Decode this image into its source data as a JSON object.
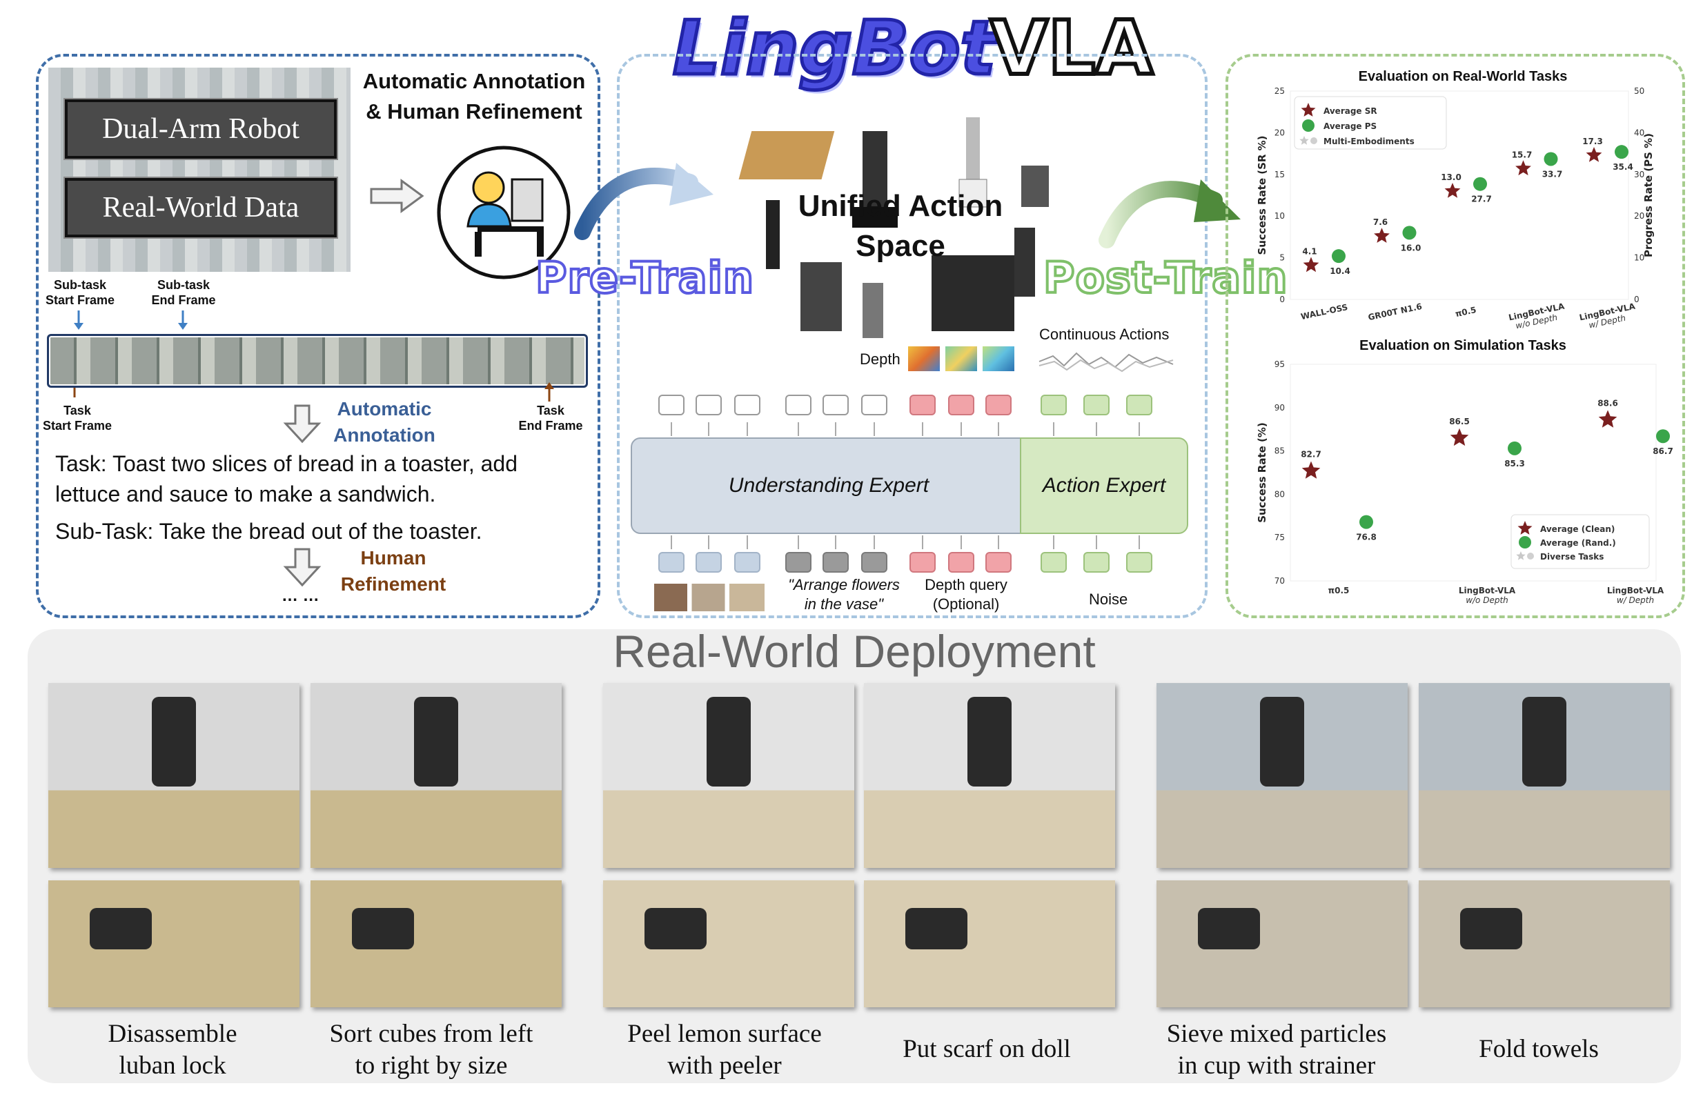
{
  "header": {
    "logo_main": "LingBot",
    "logo_suffix": "VLA"
  },
  "left": {
    "badge1": "Dual-Arm Robot",
    "badge2": "Real-World Data",
    "annotation_title_line1": "Automatic Annotation",
    "annotation_title_line2": "& Human Refinement",
    "subtask_start": [
      "Sub-task",
      "Start Frame"
    ],
    "subtask_end": [
      "Sub-task",
      "End Frame"
    ],
    "task_start": [
      "Task",
      "Start Frame"
    ],
    "task_end": [
      "Task",
      "End Frame"
    ],
    "auto_label": [
      "Automatic",
      "Annotation"
    ],
    "task_text_1": "Task: Toast two slices of bread in a toaster, add",
    "task_text_2": "lettuce and sauce to make a sandwich.",
    "subtask_text": "Sub-Task: Take the bread out of the toaster.",
    "human_label": [
      "Human",
      "Refinement"
    ],
    "ellipsis": "… …"
  },
  "middle": {
    "pretrain": "Pre-Train",
    "posttrain": "Post-Train",
    "unified_line1": "Unified Action",
    "unified_line2": "Space",
    "depth_label": "Depth",
    "continuous_actions": "Continuous Actions",
    "understanding_expert": "Understanding Expert",
    "action_expert": "Action Expert",
    "instruction_line1": "\"Arrange flowers",
    "instruction_line2": "in the vase\"",
    "depth_query_line1": "Depth query",
    "depth_query_line2": "(Optional)",
    "noise": "Noise",
    "colors": {
      "vision": "#c5d3e3",
      "text": "#9a9a9a",
      "depth": "#f1a3a8",
      "action": "#cfe6b8",
      "understanding_bg": "#d5dde7",
      "action_bg": "#d6e9c2"
    }
  },
  "chart_data": [
    {
      "type": "scatter",
      "title": "Evaluation on Real-World Tasks",
      "ylabel": "Success Rate (SR %)",
      "y2label": "Progress Rate (PS %)",
      "categories": [
        "WALL-OSS",
        "GR00T N1.6",
        "π0.5",
        "LingBot-VLA w/o Depth",
        "LingBot-VLA w/ Depth"
      ],
      "category_lines": [
        [
          "WALL-OSS"
        ],
        [
          "GR00T N1.6"
        ],
        [
          "π0.5"
        ],
        [
          "LingBot-VLA",
          "w/o Depth"
        ],
        [
          "LingBot-VLA",
          "w/ Depth"
        ]
      ],
      "ylim": [
        0,
        25
      ],
      "y2lim": [
        0,
        50
      ],
      "yticks": [
        0,
        5,
        10,
        15,
        20,
        25
      ],
      "y2ticks": [
        0,
        10,
        20,
        30,
        40,
        50
      ],
      "legend": [
        "Average SR",
        "Average PS",
        "Multi-Embodiments"
      ],
      "legend_position": "top-left",
      "series": [
        {
          "name": "Average SR",
          "marker": "star",
          "color": "#7a1f1f",
          "axis": "left",
          "values": [
            4.1,
            7.6,
            13.0,
            15.7,
            17.3
          ]
        },
        {
          "name": "Average PS",
          "marker": "circle",
          "color": "#3aa54a",
          "axis": "right",
          "values": [
            10.4,
            16.0,
            27.7,
            33.7,
            35.4
          ]
        }
      ]
    },
    {
      "type": "scatter",
      "title": "Evaluation on Simulation Tasks",
      "ylabel": "Success Rate (%)",
      "categories": [
        "π0.5",
        "LingBot-VLA w/o Depth",
        "LingBot-VLA w/ Depth"
      ],
      "category_lines": [
        [
          "π0.5"
        ],
        [
          "LingBot-VLA",
          "w/o Depth"
        ],
        [
          "LingBot-VLA",
          "w/ Depth"
        ]
      ],
      "ylim": [
        70,
        95
      ],
      "yticks": [
        70,
        75,
        80,
        85,
        90,
        95
      ],
      "legend": [
        "Average (Clean)",
        "Average (Rand.)",
        "Diverse Tasks"
      ],
      "legend_position": "bottom-right",
      "series": [
        {
          "name": "Average (Clean)",
          "marker": "star",
          "color": "#7a1f1f",
          "values": [
            82.7,
            86.5,
            88.6
          ]
        },
        {
          "name": "Average (Rand.)",
          "marker": "circle",
          "color": "#3aa54a",
          "values": [
            76.8,
            85.3,
            86.7
          ]
        }
      ]
    }
  ],
  "deployment": {
    "title": "Real-World Deployment",
    "tasks": [
      {
        "line1": "Disassemble",
        "line2": "luban lock"
      },
      {
        "line1": "Sort cubes from left",
        "line2": "to right by size"
      },
      {
        "line1": "Peel lemon surface",
        "line2": "with peeler"
      },
      {
        "line1": "Put scarf on doll",
        "line2": ""
      },
      {
        "line1": "Sieve mixed particles",
        "line2": "in cup with strainer"
      },
      {
        "line1": "Fold towels",
        "line2": ""
      }
    ]
  }
}
